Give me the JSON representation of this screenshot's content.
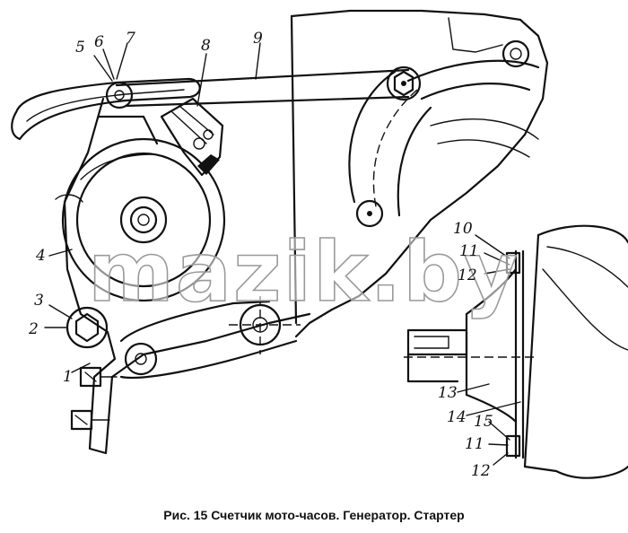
{
  "caption": "Рис. 15 Счетчик мото-часов. Генератор. Стартер",
  "watermark": "mazik.by",
  "callouts": [
    "1",
    "2",
    "3",
    "4",
    "5",
    "6",
    "7",
    "8",
    "9",
    "10",
    "11",
    "12",
    "13",
    "14",
    "15",
    "11",
    "12"
  ],
  "colors": {
    "ink": "#111111",
    "paper": "#ffffff",
    "watermark_outline": "#9a9a9a"
  }
}
